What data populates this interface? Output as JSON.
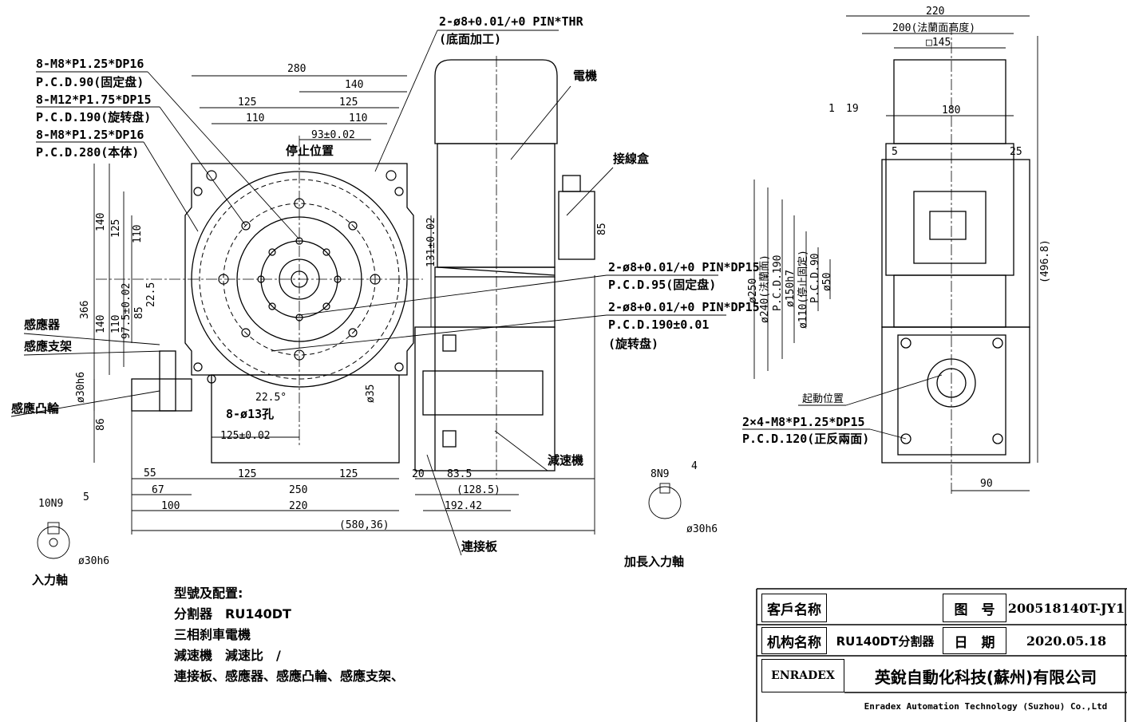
{
  "callouts_left": [
    "8-M8*P1.25*DP16",
    "P.C.D.90(固定盘)",
    "8-M12*P1.75*DP15",
    "P.C.D.190(旋转盘)",
    "8-M8*P1.25*DP16",
    "P.C.D.280(本体)"
  ],
  "parts": {
    "sensor": "感應器",
    "sensor_bracket": "感應支架",
    "sensor_cam": "感應凸輪",
    "input_shaft": "入力軸",
    "motor": "電機",
    "junction_box": "接線盒",
    "stop_position": "停止位置",
    "reducer": "減速機",
    "connecting_plate": "連接板",
    "extended_input_shaft": "加長入力軸",
    "start_position": "起動位置"
  },
  "pins": {
    "top_pin": "2-ø8+0.01/+0 PIN*THR",
    "top_pin_note": "(底面加工)",
    "pin1": "2-ø8+0.01/+0 PIN*DP15",
    "pin1_pcd": "P.C.D.95(固定盘)",
    "pin2": "2-ø8+0.01/+0 PIN*DP15",
    "pin2_pcd": "P.C.D.190±0.01",
    "pin2_note": "(旋转盘)",
    "holes": "8-ø13孔",
    "side_holes": "2×4-M8*P1.25*DP15",
    "side_pcd": "P.C.D.120(正反兩面)"
  },
  "dims_h": [
    "280",
    "140",
    "125",
    "125",
    "110",
    "110",
    "93±0.02",
    "55",
    "67",
    "100",
    "125",
    "250",
    "125",
    "220",
    "20",
    "83.5",
    "(128.5)",
    "192.42",
    "(580,36)",
    "125±0.02",
    "22.5°",
    "10N9",
    "5",
    "8N9",
    "4",
    "220",
    "200(法蘭面高度)",
    "□145",
    "180",
    "1",
    "19",
    "5",
    "25",
    "90"
  ],
  "dims_v": [
    "366",
    "140",
    "125",
    "110",
    "140",
    "110",
    "97.5±0.02",
    "85",
    "22.5",
    "ø30h6",
    "86",
    "131±0.02",
    "ø35",
    "85",
    "(496.8)",
    "ø250",
    "ø240(法蘭面)",
    "P.C.D.190",
    "ø150h7",
    "ø110(停止固定)",
    "P.C.D.90",
    "ø50"
  ],
  "dims_misc": [
    "ø30h6",
    "ø30h6"
  ],
  "config": {
    "title": "型號及配置:",
    "lines": [
      "分割器　RU140DT",
      "三相刹車電機",
      "減速機　減速比　/",
      "連接板、感應器、感應凸輪、感應支架、"
    ]
  },
  "title_block": {
    "customer_label": "客戶名称",
    "customer_value": "",
    "drawing_no_label": "图　号",
    "drawing_no": "200518140T-JY1",
    "mechanism_label": "机构名称",
    "mechanism_value": "RU140DT分割器",
    "date_label": "日　期",
    "date": "2020.05.18",
    "logo": "ENRADEX",
    "company_cn": "英銳自動化科技(蘇州)有限公司",
    "company_en": "Enradex Automation Technology (Suzhou) Co.,Ltd"
  }
}
